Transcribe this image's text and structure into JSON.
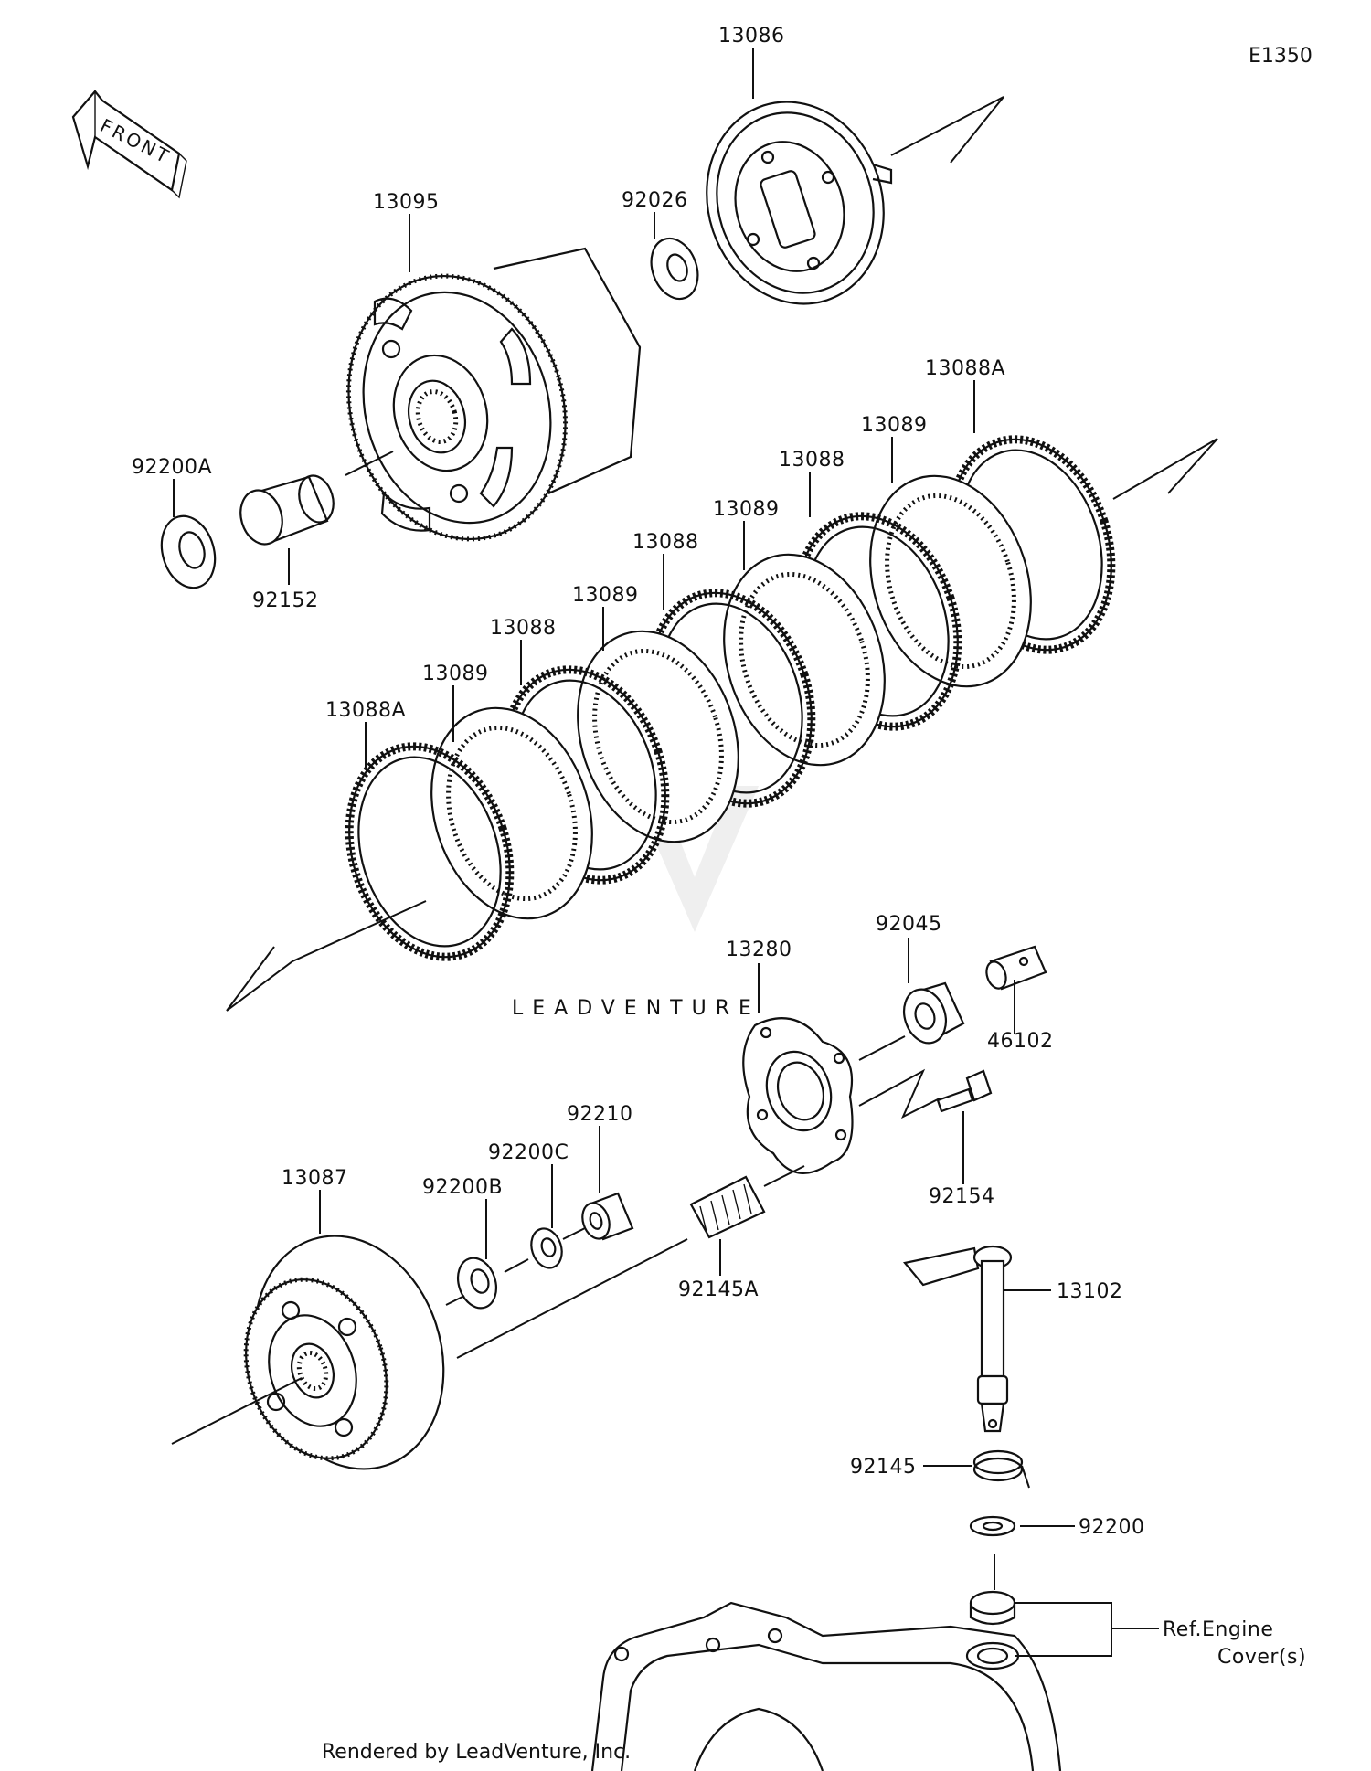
{
  "diagram": {
    "code": "E1350",
    "front_arrow": "FRONT",
    "watermark": "LEADVENTURE",
    "footer": "Rendered by LeadVenture, Inc.",
    "ref_label_line1": "Ref.Engine",
    "ref_label_line2": "Cover(s)",
    "parts": [
      {
        "id": "13086"
      },
      {
        "id": "92026"
      },
      {
        "id": "13095"
      },
      {
        "id": "92200A"
      },
      {
        "id": "92152"
      },
      {
        "id": "13088A"
      },
      {
        "id": "13089"
      },
      {
        "id": "13088"
      },
      {
        "id": "13089"
      },
      {
        "id": "13088"
      },
      {
        "id": "13089"
      },
      {
        "id": "13088"
      },
      {
        "id": "13089"
      },
      {
        "id": "13088A"
      },
      {
        "id": "13280"
      },
      {
        "id": "92045"
      },
      {
        "id": "46102"
      },
      {
        "id": "92210"
      },
      {
        "id": "92200C"
      },
      {
        "id": "92200B"
      },
      {
        "id": "13087"
      },
      {
        "id": "92154"
      },
      {
        "id": "92145A"
      },
      {
        "id": "13102"
      },
      {
        "id": "92145"
      },
      {
        "id": "92200"
      }
    ]
  }
}
